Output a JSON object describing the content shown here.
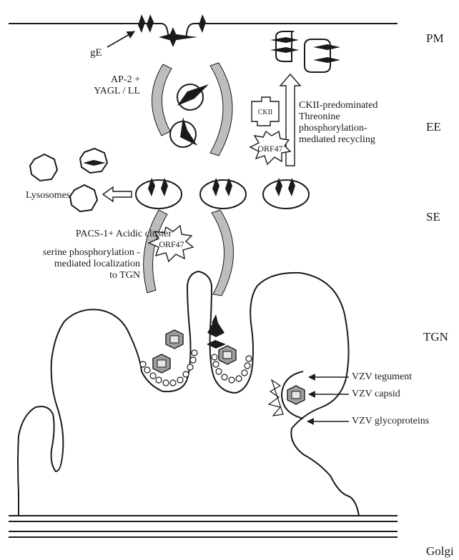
{
  "compartments": {
    "pm": "PM",
    "ee": "EE",
    "se": "SE",
    "tgn": "TGN",
    "golgi": "Golgi"
  },
  "labels": {
    "ge": "gE",
    "ap2_line1": "AP-2 +",
    "ap2_line2": "YAGL / LL",
    "ckii_line1": "CKII-predominated",
    "ckii_line2": "Threonine",
    "ckii_line3": "phosphorylation-",
    "ckii_line4": "mediated recycling",
    "ckii_box": "CKII",
    "orf47_top": "ORF47",
    "orf47_mid": "ORF47",
    "lysosomes": "Lysosomes",
    "pacs_line1": "PACS-1+ Acidic cluster",
    "pacs_line2": "serine phosphorylation -",
    "pacs_line3": "mediated localization",
    "pacs_line4": "to TGN",
    "vzv_tegument": "VZV tegument",
    "vzv_capsid": "VZV capsid",
    "vzv_glycoproteins": "VZV glycoproteins"
  },
  "colors": {
    "ink": "#1a1a1a",
    "grey_fill": "#bdbdbd",
    "light_fill": "#e6e6e6",
    "background": "#ffffff"
  }
}
